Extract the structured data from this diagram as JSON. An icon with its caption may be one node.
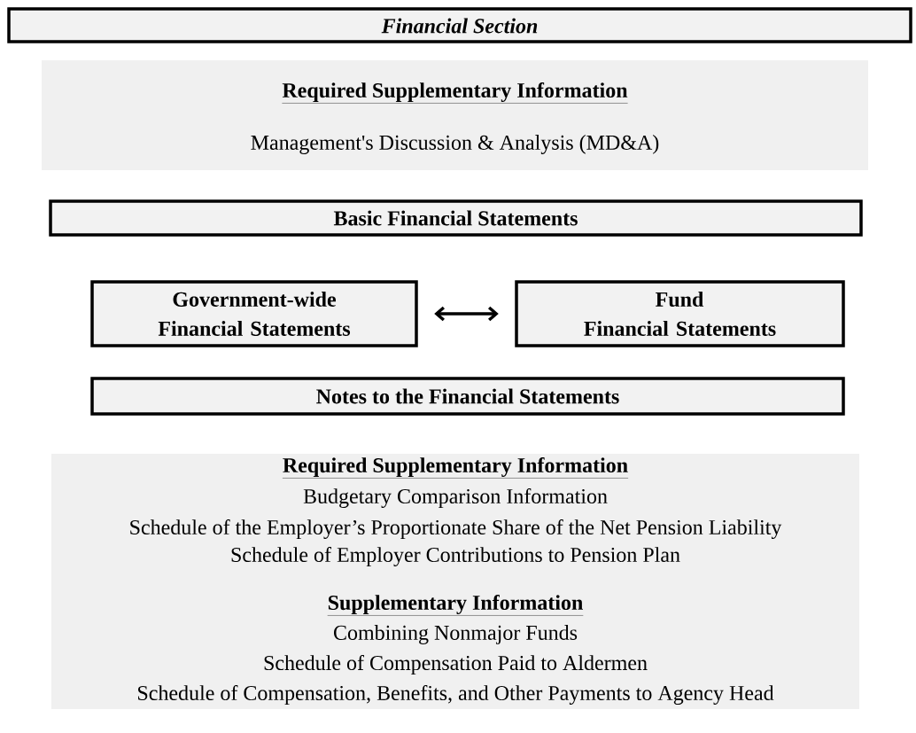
{
  "diagram": {
    "nodes": [
      {
        "text": [
          "Financial Section"
        ]
      },
      {
        "text": [
          "Required Supplementary Information",
          "Management's Discussion & Analysis (MD&A)"
        ]
      },
      {
        "text": [
          "Basic Financial Statements"
        ]
      },
      {
        "text": [
          "Government-wide Financial Statements"
        ]
      },
      {
        "text": [
          "Fund Financial Statements"
        ]
      },
      {
        "text": [
          "Notes to the Financial Statements"
        ]
      },
      {
        "text": [
          "Required Supplementary Information",
          "Budgetary Comparison Information",
          "Schedule of the Employer’s Proportionate Share of the Net Pension Liability",
          "Schedule of Employer Contributions to Pension Plan",
          "Supplementary Information",
          "Combining Nonmajor Funds",
          "Schedule of Compensation Paid to Aldermen",
          "Schedule of Compensation, Benefits, and Other Payments to Agency Head"
        ]
      }
    ],
    "edges": [
      {
        "from": 3,
        "to": 4,
        "arrow": "both"
      }
    ]
  }
}
